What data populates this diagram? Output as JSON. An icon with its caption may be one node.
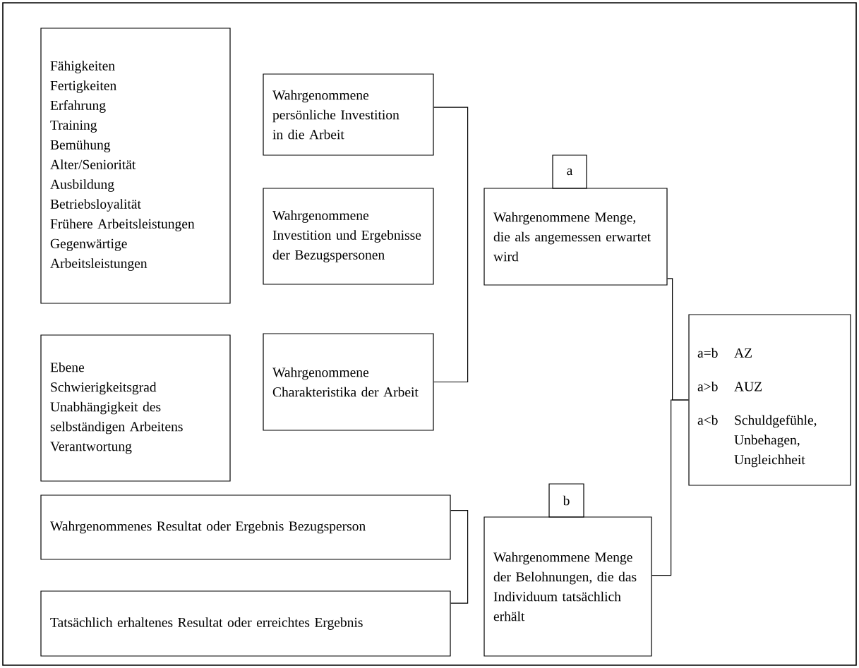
{
  "diagram": {
    "nodes": [
      {
        "text": [
          "Fähigkeiten",
          "Fertigkeiten",
          "Erfahrung",
          "Training",
          "Bemühung",
          "Alter/Seniorität",
          "Ausbildung",
          "Betriebsloyalität",
          "Frühere Arbeitsleistungen",
          "Gegenwärtige Arbeitsleistungen"
        ]
      },
      {
        "text": [
          "Wahrgenommene persönliche Investition in die Arbeit"
        ]
      },
      {
        "text": [
          "Wahrgenommene Investition und Ergebnisse der Bezugspersonen"
        ]
      },
      {
        "text": [
          "Wahrgenommene Charakteristika der Arbeit"
        ]
      },
      {
        "text": [
          "Ebene",
          "Schwierigkeitsgrad",
          "Unabhängigkeit des selbständigen Arbeitens",
          "Verantwortung"
        ]
      },
      {
        "text": [
          "a"
        ]
      },
      {
        "text": [
          "Wahrgenommene Menge, die als angemessen erwartet wird"
        ]
      },
      {
        "text": [
          "a=b",
          "AZ",
          "a>b",
          "AUZ",
          "a<b",
          "Schuldgefühle, Unbehagen, Ungleichheit"
        ]
      },
      {
        "text": [
          "Wahrgenommenes Resultat oder Ergebnis Bezugsperson"
        ]
      },
      {
        "text": [
          "Tatsächlich erhaltenes Resultat oder erreichtes Ergebnis"
        ]
      },
      {
        "text": [
          "b"
        ]
      },
      {
        "text": [
          "Wahrgenommene Menge der Belohnungen, die das Individuum tatsächlich erhält"
        ]
      }
    ],
    "edges": [
      {
        "from": 1,
        "to": 3,
        "arrow": "none"
      },
      {
        "from": 6,
        "to": 7,
        "arrow": "none"
      },
      {
        "from": 11,
        "to": 7,
        "arrow": "none"
      },
      {
        "from": 8,
        "to": 9,
        "arrow": "none"
      }
    ]
  }
}
